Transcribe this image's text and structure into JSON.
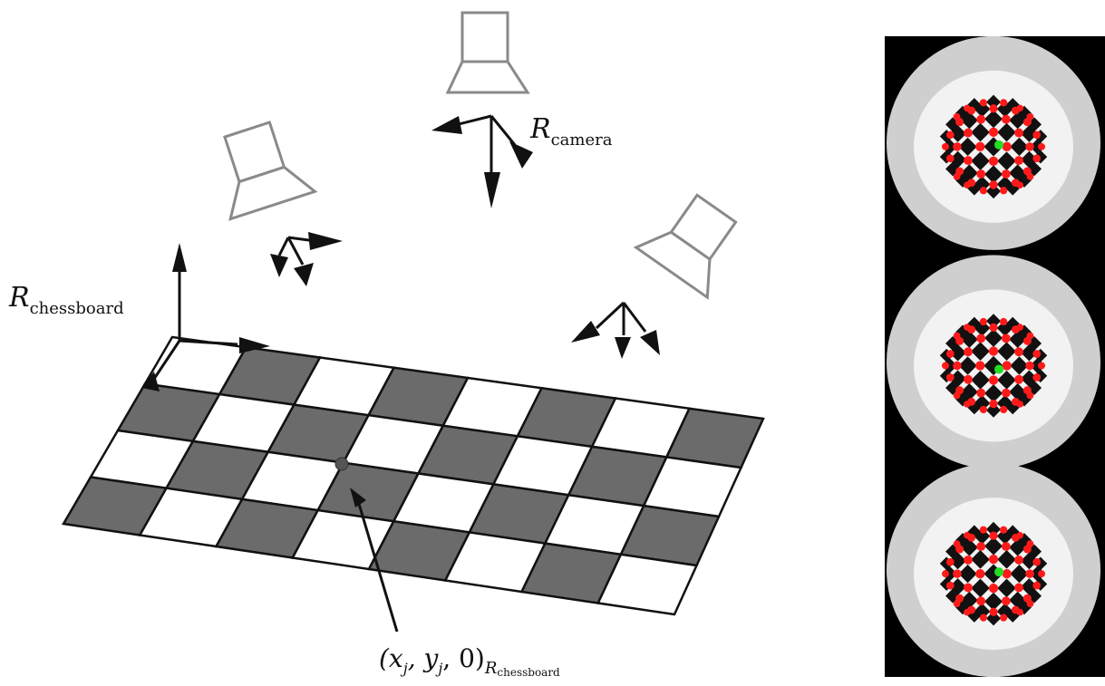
{
  "labels": {
    "camera_frame": {
      "letter": "R",
      "subscript": "camera"
    },
    "chessboard_frame": {
      "letter": "R",
      "subscript": "chessboard"
    },
    "point_coordinate": {
      "main": "(x",
      "j1": "j",
      "comma1": ", y",
      "j2": "j",
      "tail": ", 0)",
      "sub_r": "R",
      "sub_sub": "chessboard"
    }
  },
  "colors": {
    "dark_square": "#6b6b6b",
    "light_square": "#ffffff",
    "camera_outline": "#8a8a8a",
    "axis_arrow": "#111111",
    "corner_marker": "#ff1a1a",
    "center_marker": "#22dd22"
  },
  "chessboard": {
    "rows": 4,
    "cols": 8
  },
  "calibration_images": [
    {
      "name": "fisheye-image-1"
    },
    {
      "name": "fisheye-image-2"
    },
    {
      "name": "fisheye-image-3"
    }
  ]
}
